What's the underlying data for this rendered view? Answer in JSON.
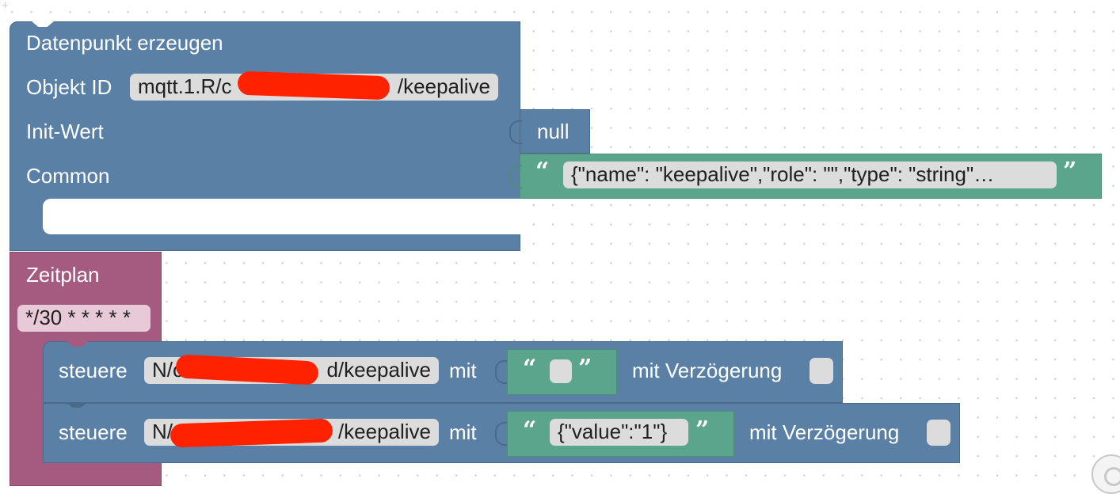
{
  "create_block": {
    "title": "Datenpunkt erzeugen",
    "object_id_label": "Objekt ID",
    "object_id_visible_prefix": "mqtt.1.R/c",
    "object_id_visible_suffix": "/keepalive",
    "init_label": "Init-Wert",
    "init_value": "null",
    "common_label": "Common",
    "common_value": "{\"name\": \"keepalive\",\"role\": \"\",\"type\": \"string\"…"
  },
  "schedule_block": {
    "title": "Zeitplan",
    "cron": "*/30 * * * * *"
  },
  "control_rows": [
    {
      "label": "steuere",
      "target_prefix": "N/c",
      "target_suffix": "d/keepalive",
      "with_label": "mit",
      "value": "",
      "delay_label": "mit Verzögerung"
    },
    {
      "label": "steuere",
      "target_prefix": "N/",
      "target_suffix": "/keepalive",
      "with_label": "mit",
      "value": "{\"value\":\"1\"}",
      "delay_label": "mit Verzögerung"
    }
  ],
  "quotes": {
    "open": "“",
    "close": "”"
  },
  "colors": {
    "blue_block": "#5b80a5",
    "purple_block": "#a55b80",
    "green_block": "#5ba58c",
    "field": "#dcdcdc",
    "redaction": "#ff2200"
  }
}
